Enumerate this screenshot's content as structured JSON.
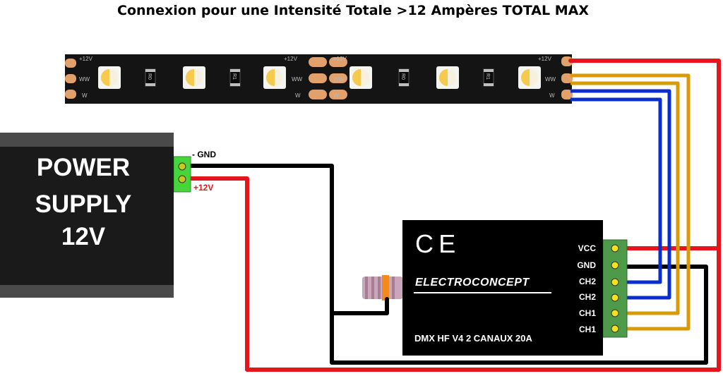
{
  "title": "Connexion pour une Intensité Totale >12 Ampères TOTAL MAX",
  "power_supply": {
    "line1": "POWER",
    "line2": "SUPPLY",
    "line3": "12V"
  },
  "psu_terminals": {
    "gnd_label": "- GND",
    "v12_label": "+12V"
  },
  "controller": {
    "ce_mark": "C E",
    "brand": "ELECTROCONCEPT",
    "model": "DMX HF V4 2 CANAUX 20A",
    "terminals": [
      "VCC",
      "GND",
      "CH2",
      "CH2",
      "CH1",
      "CH1"
    ]
  },
  "led_strip": {
    "voltage_mark": "+12V",
    "ww_mark": "WW",
    "w_mark": "W",
    "resistors": [
      "R0",
      "R1",
      "R0",
      "R1"
    ]
  },
  "colors": {
    "positive_wire": "#e8141b",
    "ground_wire": "#000000",
    "ch1_wire": "#d99a08",
    "ch2_wire": "#0a2ecc",
    "terminal_block": "#4f9a4a",
    "psu_terminal": "#46d63c"
  }
}
